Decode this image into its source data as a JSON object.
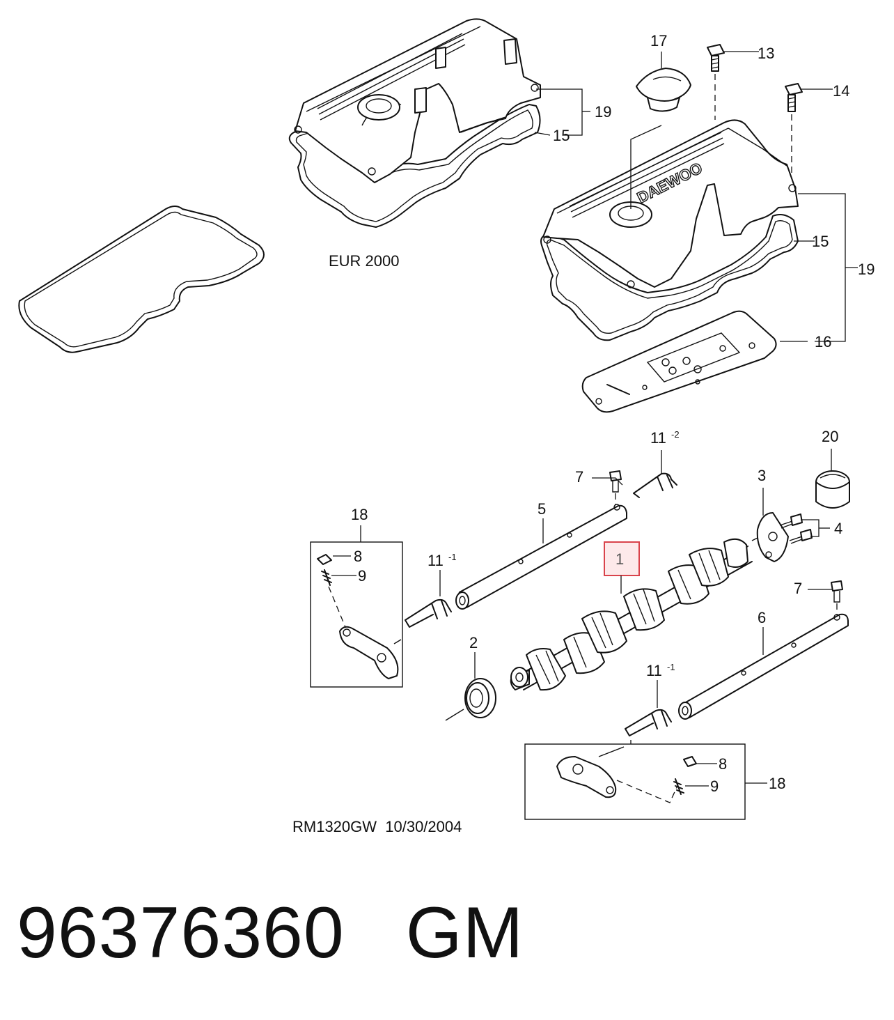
{
  "captions": {
    "variant": "EUR 2000",
    "drawing_ref": "RM1320GW  10/30/2004",
    "cover_emboss": "DAEWOO"
  },
  "callouts": {
    "c1": "1",
    "c2": "2",
    "c3": "3",
    "c4": "4",
    "c5": "5",
    "c6": "6",
    "c7a": "7",
    "c7b": "7",
    "c8a": "8",
    "c8b": "8",
    "c9a": "9",
    "c9b": "9",
    "c11a": "11",
    "c11a_sup": "-1",
    "c11b": "11",
    "c11b_sup": "-2",
    "c11c": "11",
    "c11c_sup": "-1",
    "c13": "13",
    "c14": "14",
    "c15a": "15",
    "c15b": "15",
    "c16": "16",
    "c17": "17",
    "c18a": "18",
    "c18b": "18",
    "c19a": "19",
    "c19b": "19",
    "c20": "20"
  },
  "highlight": {
    "part": "1",
    "color": "#d9434b"
  },
  "part_number": "96376360",
  "brand": "GM"
}
